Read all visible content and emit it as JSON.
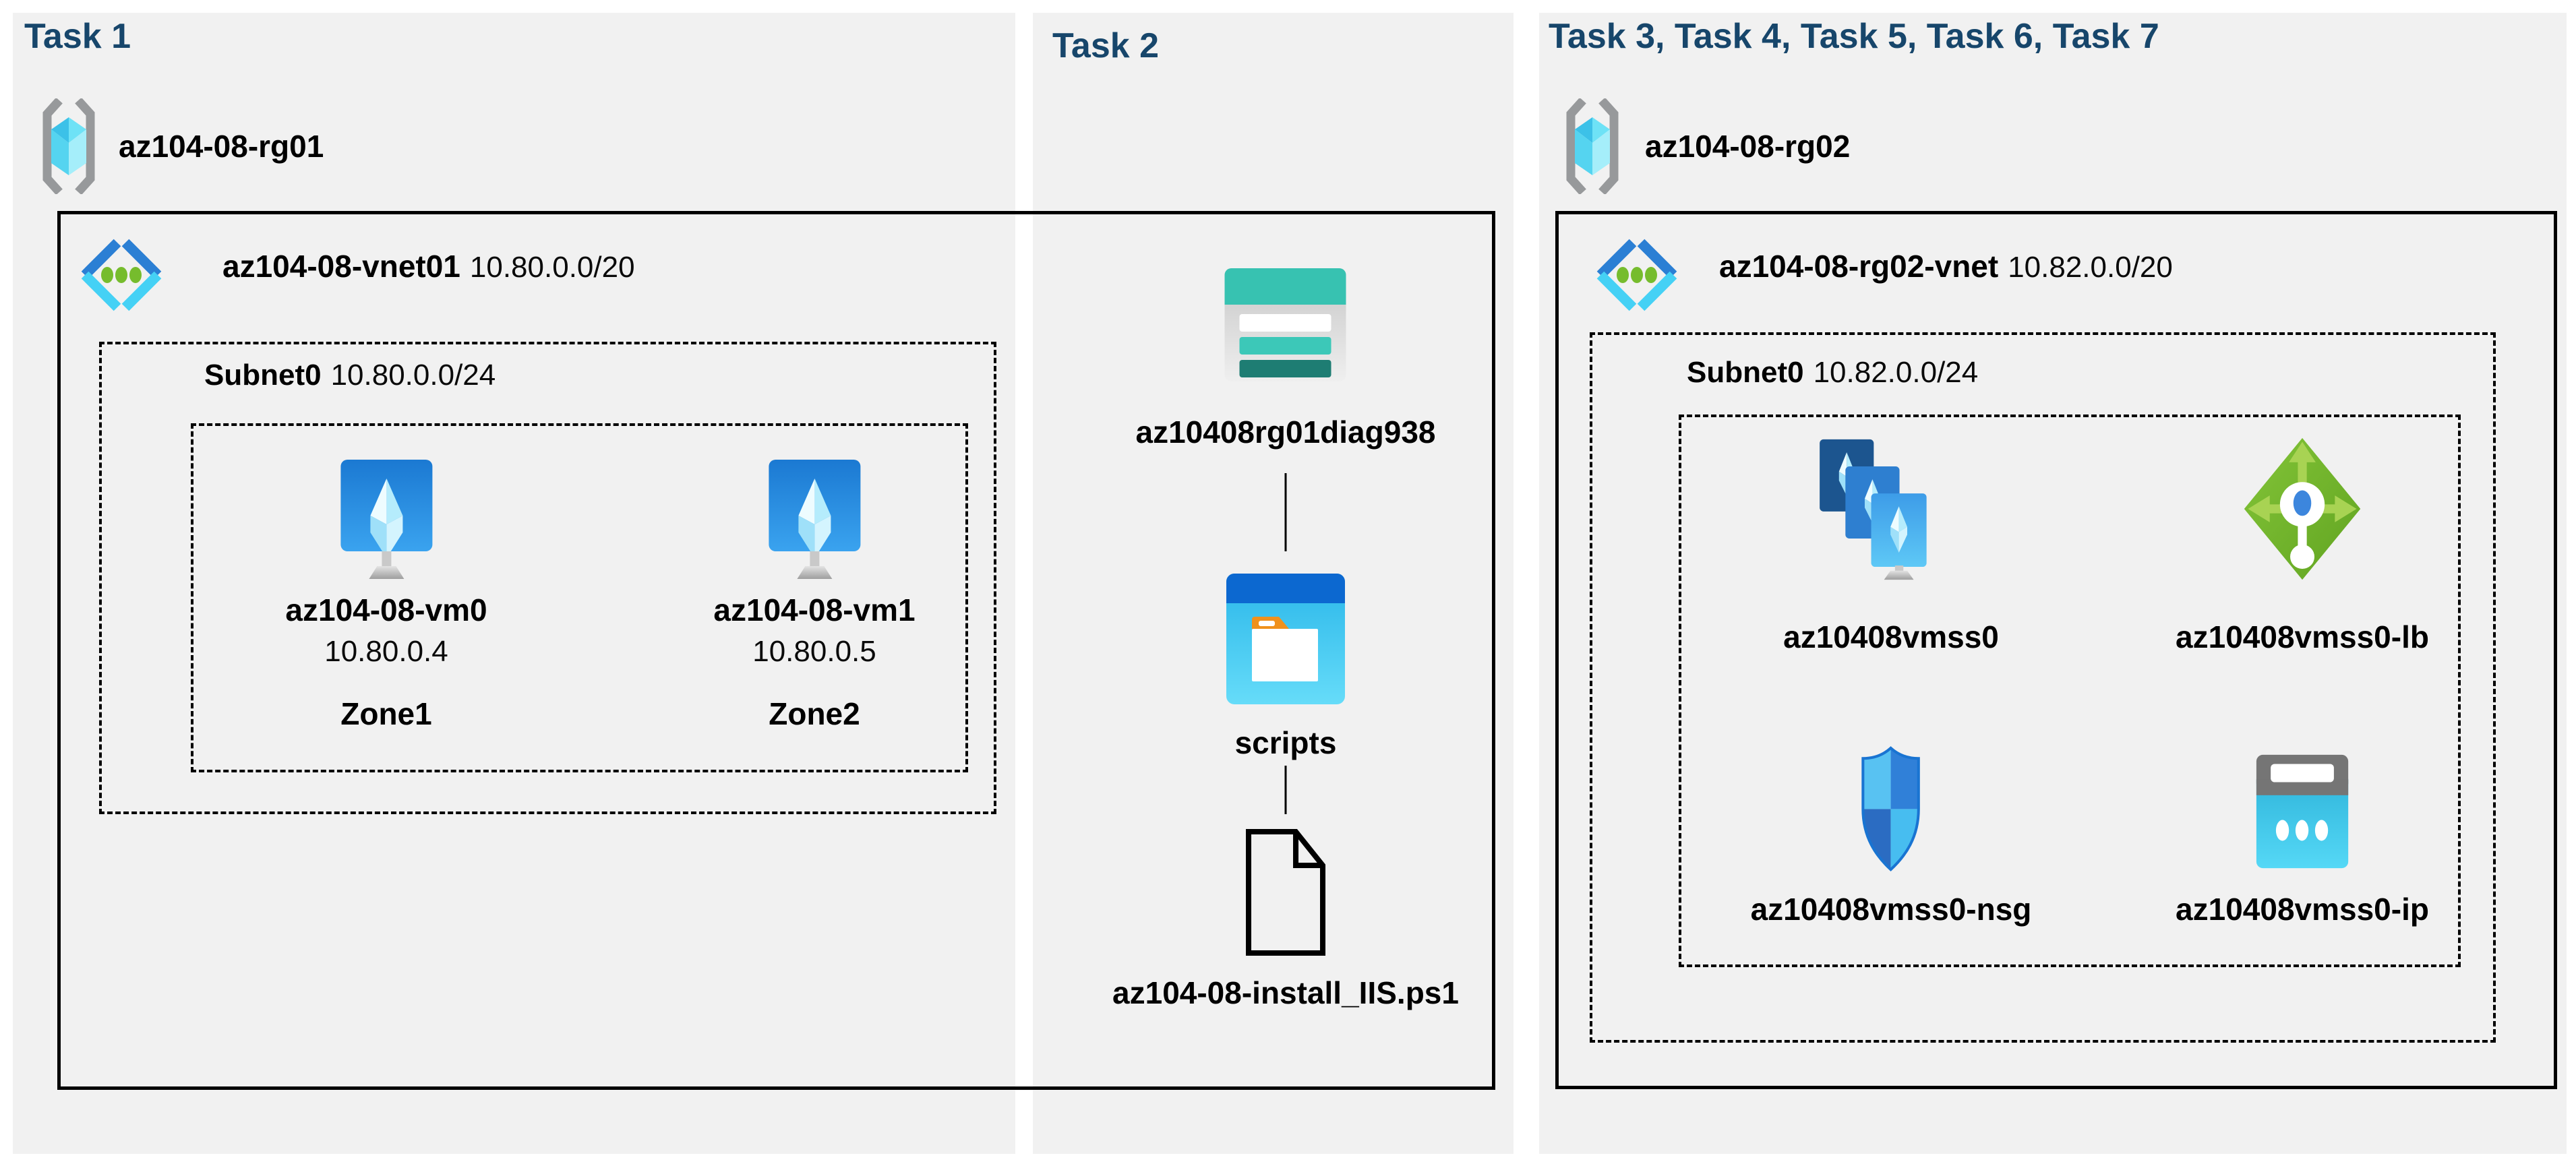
{
  "colors": {
    "heading_navy": "#17466B",
    "panel_gray": "#F1F1F1",
    "outline_black": "#000000",
    "azure_blue": "#2B7FD4",
    "azure_cyan": "#45D1F5",
    "azure_green": "#76BC2D",
    "storage_teal": "#37C2B1",
    "folder_orange": "#F0911C",
    "vm_screen_blue": "#1B79D2",
    "shield_blue": "#3080D8",
    "ip_gray": "#757575"
  },
  "task1": {
    "heading": "Task 1",
    "resource_group": "az104-08-rg01",
    "vnet_name": "az104-08-vnet01",
    "vnet_cidr": "10.80.0.0/20",
    "subnet_name": "Subnet0",
    "subnet_cidr": "10.80.0.0/24",
    "vms": [
      {
        "name": "az104-08-vm0",
        "ip": "10.80.0.4",
        "zone": "Zone1"
      },
      {
        "name": "az104-08-vm1",
        "ip": "10.80.0.5",
        "zone": "Zone2"
      }
    ]
  },
  "task2": {
    "heading": "Task 2",
    "storage_account": "az10408rg01diag938",
    "container": "scripts",
    "script_file": "az104-08-install_IIS.ps1"
  },
  "task3to7": {
    "heading": "Task 3, Task 4, Task 5, Task 6, Task 7",
    "resource_group": "az104-08-rg02",
    "vnet_name": "az104-08-rg02-vnet",
    "vnet_cidr": "10.82.0.0/20",
    "subnet_name": "Subnet0",
    "subnet_cidr": "10.82.0.0/24",
    "resources": [
      {
        "name": "az10408vmss0",
        "kind": "vm-scale-set"
      },
      {
        "name": "az10408vmss0-lb",
        "kind": "load-balancer"
      },
      {
        "name": "az10408vmss0-nsg",
        "kind": "network-security-group"
      },
      {
        "name": "az10408vmss0-ip",
        "kind": "public-ip"
      }
    ]
  }
}
